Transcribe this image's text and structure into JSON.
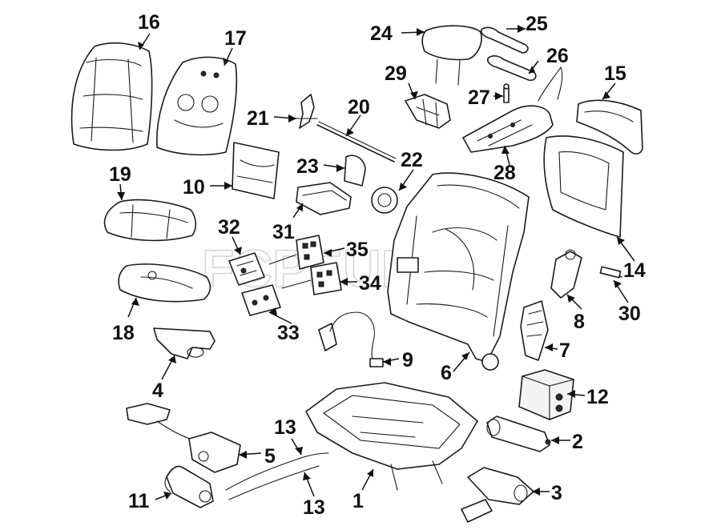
{
  "watermark": "FCPEURO",
  "labels": [
    {
      "id": "16",
      "text": "16"
    },
    {
      "id": "17",
      "text": "17"
    },
    {
      "id": "24",
      "text": "24"
    },
    {
      "id": "25",
      "text": "25"
    },
    {
      "id": "26",
      "text": "26"
    },
    {
      "id": "15",
      "text": "15"
    },
    {
      "id": "29",
      "text": "29"
    },
    {
      "id": "27",
      "text": "27"
    },
    {
      "id": "21",
      "text": "21"
    },
    {
      "id": "20",
      "text": "20"
    },
    {
      "id": "19",
      "text": "19"
    },
    {
      "id": "10",
      "text": "10"
    },
    {
      "id": "23",
      "text": "23"
    },
    {
      "id": "22",
      "text": "22"
    },
    {
      "id": "28",
      "text": "28"
    },
    {
      "id": "31",
      "text": "31"
    },
    {
      "id": "32",
      "text": "32"
    },
    {
      "id": "35",
      "text": "35"
    },
    {
      "id": "14",
      "text": "14"
    },
    {
      "id": "34",
      "text": "34"
    },
    {
      "id": "18",
      "text": "18"
    },
    {
      "id": "33",
      "text": "33"
    },
    {
      "id": "8",
      "text": "8"
    },
    {
      "id": "30",
      "text": "30"
    },
    {
      "id": "7",
      "text": "7"
    },
    {
      "id": "4",
      "text": "4"
    },
    {
      "id": "9",
      "text": "9"
    },
    {
      "id": "6",
      "text": "6"
    },
    {
      "id": "12",
      "text": "12"
    },
    {
      "id": "13a",
      "text": "13"
    },
    {
      "id": "2",
      "text": "2"
    },
    {
      "id": "5",
      "text": "5"
    },
    {
      "id": "3",
      "text": "3"
    },
    {
      "id": "11",
      "text": "11"
    },
    {
      "id": "13b",
      "text": "13"
    },
    {
      "id": "1",
      "text": "1"
    }
  ]
}
